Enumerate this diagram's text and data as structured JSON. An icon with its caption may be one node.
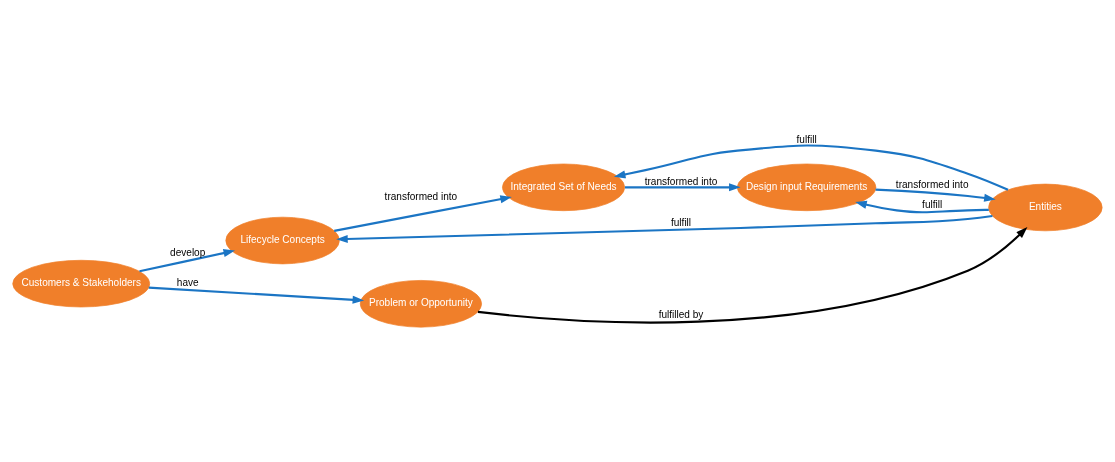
{
  "diagram": {
    "nodes": [
      {
        "text": [
          "Customers & Stakeholders"
        ]
      },
      {
        "text": [
          "Lifecycle Concepts"
        ]
      },
      {
        "text": [
          "Problem or Opportunity"
        ]
      },
      {
        "text": [
          "Entities"
        ]
      },
      {
        "text": [
          "Integrated Set of Needs"
        ]
      },
      {
        "text": [
          "Design input Requirements"
        ]
      }
    ],
    "edges": [
      {
        "from": 0,
        "to": 1,
        "arrow": "to",
        "label": "develop"
      },
      {
        "from": 0,
        "to": 2,
        "arrow": "to",
        "label": "have"
      },
      {
        "from": 2,
        "to": 3,
        "arrow": "to",
        "label": "fulfilled by",
        "color": "#000000"
      },
      {
        "from": 3,
        "to": 1,
        "arrow": "to",
        "label": "fulfill"
      },
      {
        "from": 1,
        "to": 4,
        "arrow": "to",
        "label": "transformed into"
      },
      {
        "from": 3,
        "to": 4,
        "arrow": "to",
        "label": "fulfill"
      },
      {
        "from": 3,
        "to": 5,
        "arrow": "to",
        "label": "fulfill"
      },
      {
        "from": 5,
        "to": 3,
        "arrow": "to",
        "label": "transformed into"
      },
      {
        "from": 4,
        "to": 5,
        "arrow": "to",
        "label": "transformed into"
      }
    ]
  }
}
